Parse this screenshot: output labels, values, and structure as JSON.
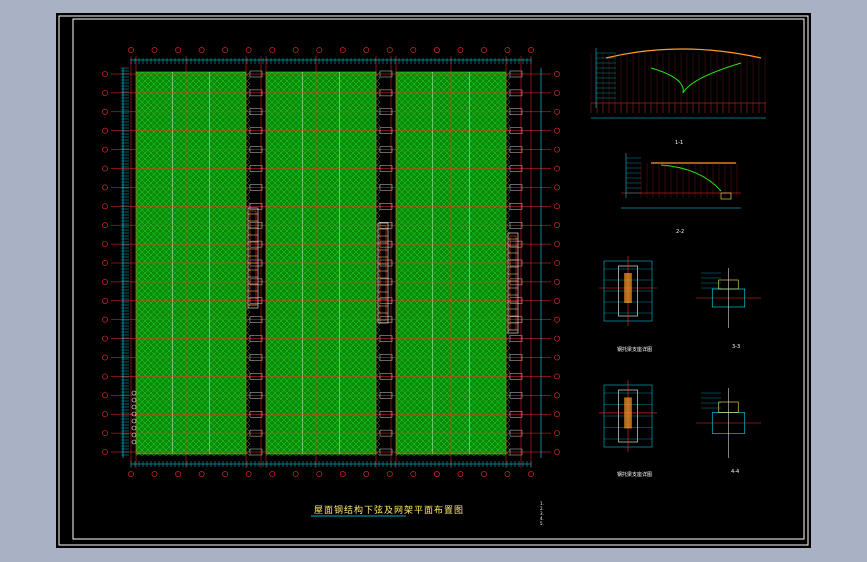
{
  "drawing": {
    "title": "屋面钢结构下弦及网架平面布置图",
    "section_labels": {
      "s1": "1-1",
      "s2": "2-2",
      "s3": "3-3",
      "s4": "4-4",
      "d1": "钢托梁支座详图",
      "d2": "钢托梁支座详图"
    },
    "notes": [
      "1.",
      "2.",
      "3.",
      "4.",
      "5."
    ],
    "colors": {
      "frame": "#ffffff",
      "grid": "#ff2a2a",
      "truss": "#1fe81f",
      "dims": "#00e5ff",
      "title": "#ffe86a"
    }
  }
}
